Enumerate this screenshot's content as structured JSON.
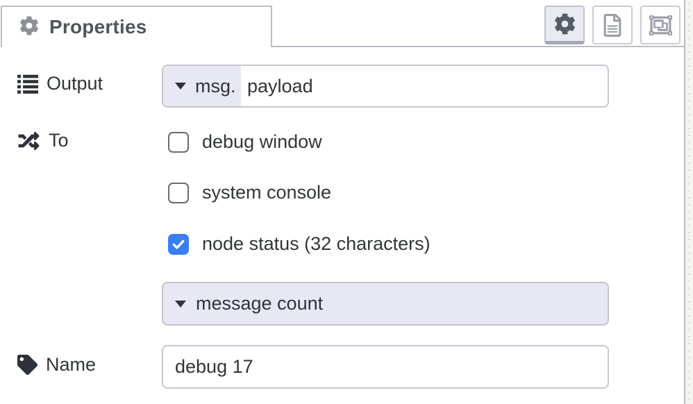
{
  "tab_bar": {
    "active_tab_label": "Properties",
    "active_tab_icon": "gear-icon",
    "buttons": [
      {
        "name": "properties",
        "icon": "gear-icon",
        "active": true
      },
      {
        "name": "description",
        "icon": "file-text-icon",
        "active": false
      },
      {
        "name": "appearance",
        "icon": "object-group-icon",
        "active": false
      }
    ]
  },
  "fields": {
    "output": {
      "label": "Output",
      "icon": "list-icon",
      "typed_input": {
        "mode": "msg.",
        "value": "payload"
      }
    },
    "to": {
      "label": "To",
      "icon": "shuffle-icon",
      "targets": [
        {
          "label": "debug window",
          "checked": false
        },
        {
          "label": "system console",
          "checked": false
        },
        {
          "label": "node status (32 characters)",
          "checked": true
        }
      ]
    },
    "status": {
      "value": "message count"
    },
    "name": {
      "label": "Name",
      "icon": "tag-icon",
      "value": "debug 17"
    }
  },
  "colors": {
    "checkbox_checked": "#3b7df2",
    "field_border": "#c5c6d0",
    "lavender_fill": "#e7e8f3",
    "tab_border": "#bbbcc6",
    "label_text": "#31353c",
    "tab_text": "#4e575e"
  }
}
